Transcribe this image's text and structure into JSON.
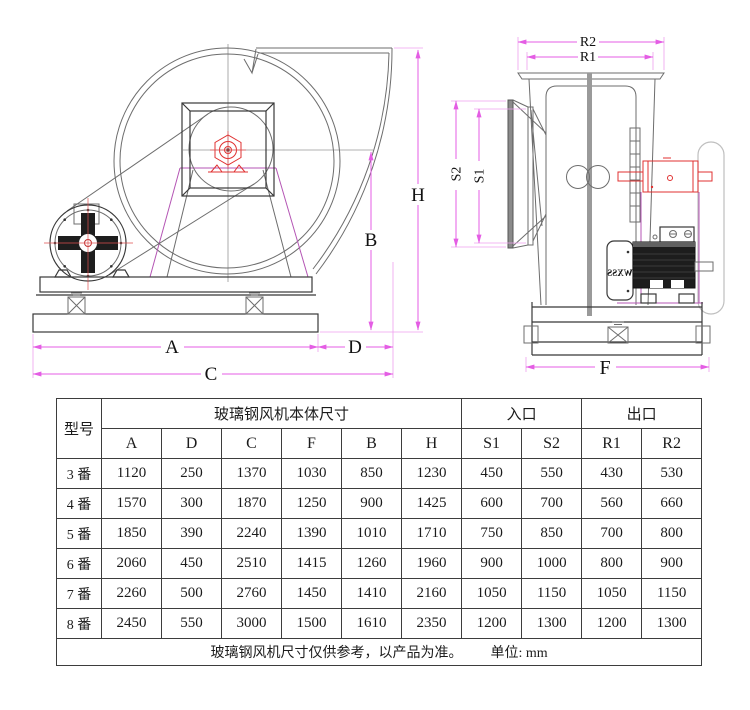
{
  "drawing": {
    "left_view": {
      "labels": {
        "A": "A",
        "B": "B",
        "C": "C",
        "D": "D",
        "H": "H"
      }
    },
    "right_view": {
      "labels": {
        "R1": "R1",
        "R2": "R2",
        "S1": "S1",
        "S2": "S2",
        "F": "F"
      },
      "motor_label": "WXSS"
    },
    "colors": {
      "dimension_pink": "#e45de4",
      "highlight_red": "#e03030",
      "support_purple": "#b455b4",
      "line_gray": "#6d6d6d",
      "motor_black": "#1d1d1d"
    }
  },
  "table": {
    "col_model": "型号",
    "group_body": "玻璃钢风机本体尺寸",
    "group_inlet": "入口",
    "group_outlet": "出口",
    "columns": [
      "A",
      "D",
      "C",
      "F",
      "B",
      "H",
      "S1",
      "S2",
      "R1",
      "R2"
    ],
    "rows": [
      {
        "model": "3 番",
        "values": [
          "1120",
          "250",
          "1370",
          "1030",
          "850",
          "1230",
          "450",
          "550",
          "430",
          "530"
        ]
      },
      {
        "model": "4 番",
        "values": [
          "1570",
          "300",
          "1870",
          "1250",
          "900",
          "1425",
          "600",
          "700",
          "560",
          "660"
        ]
      },
      {
        "model": "5 番",
        "values": [
          "1850",
          "390",
          "2240",
          "1390",
          "1010",
          "1710",
          "750",
          "850",
          "700",
          "800"
        ]
      },
      {
        "model": "6 番",
        "values": [
          "2060",
          "450",
          "2510",
          "1415",
          "1260",
          "1960",
          "900",
          "1000",
          "800",
          "900"
        ]
      },
      {
        "model": "7 番",
        "values": [
          "2260",
          "500",
          "2760",
          "1450",
          "1410",
          "2160",
          "1050",
          "1150",
          "1050",
          "1150"
        ]
      },
      {
        "model": "8 番",
        "values": [
          "2450",
          "550",
          "3000",
          "1500",
          "1610",
          "2350",
          "1200",
          "1300",
          "1200",
          "1300"
        ]
      }
    ],
    "footnote": "玻璃钢风机尺寸仅供参考，以产品为准。",
    "unit": "单位: mm"
  }
}
